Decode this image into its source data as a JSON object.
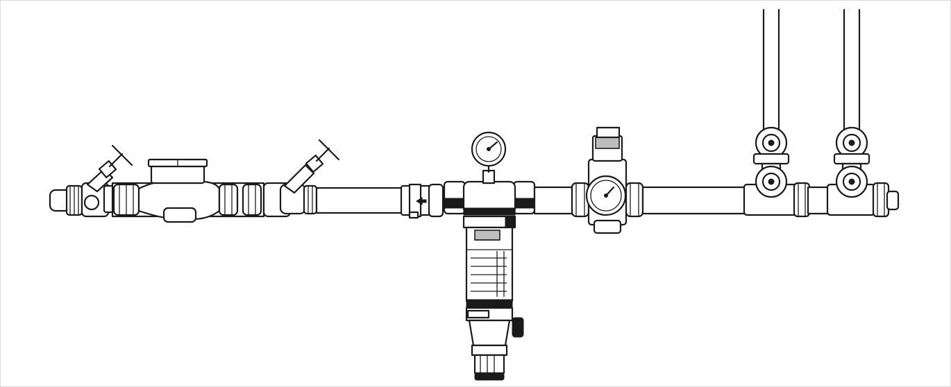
{
  "diagram": {
    "components": [
      "pipe-supply-inlet",
      "shutoff-valve-inlet",
      "water-meter",
      "shutoff-valve-outlet",
      "connecting-pipe",
      "check-valve",
      "filter-with-pressure-gauge",
      "pressure-reducing-valve",
      "outlet-pipe",
      "branch-valve-left",
      "branch-valve-right"
    ]
  },
  "colors": {
    "line": "#1a1a1a",
    "fill": "#ffffff",
    "accent": "#bdbdbd",
    "border": "#d9d9d9"
  }
}
